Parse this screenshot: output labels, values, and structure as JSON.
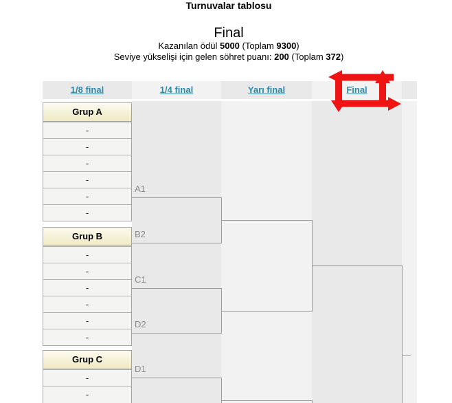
{
  "header": {
    "page_title": "Turnuvalar tablosu",
    "stage_title": "Final",
    "reward_line": {
      "label": "Kazanılan ödül ",
      "amount": "5000",
      "total_prefix": " (Toplam ",
      "total": "9300",
      "total_suffix": ")"
    },
    "fame_line": {
      "label": "Seviye yükselişi için gelen söhret puanı: ",
      "amount": "200",
      "total_prefix": " (Toplam ",
      "total": "372",
      "total_suffix": ")"
    }
  },
  "bracket": {
    "rounds": [
      "1/8 final",
      "1/4 final",
      "Yarı final",
      "Final"
    ],
    "groups": [
      {
        "name": "Grup A",
        "slots": [
          "-",
          "-",
          "-",
          "-",
          "-",
          "-"
        ]
      },
      {
        "name": "Grup B",
        "slots": [
          "-",
          "-",
          "-",
          "-",
          "-",
          "-"
        ]
      },
      {
        "name": "Grup C",
        "slots": [
          "-",
          "-"
        ]
      }
    ],
    "match_labels": [
      "A1",
      "B2",
      "C1",
      "D2",
      "D1"
    ]
  },
  "annotation": {
    "description": "red cycle arrows around Final round link",
    "color": "#ee1414"
  },
  "colors": {
    "round_link": "#2e8aa8",
    "annotation_red": "#ee1414",
    "column_dark": "#e9e9e9",
    "column_light": "#f2f2f2",
    "group_header_top": "#fdfbf0",
    "group_header_bottom": "#efe9c3",
    "bracket_line": "#9e9e9e"
  }
}
